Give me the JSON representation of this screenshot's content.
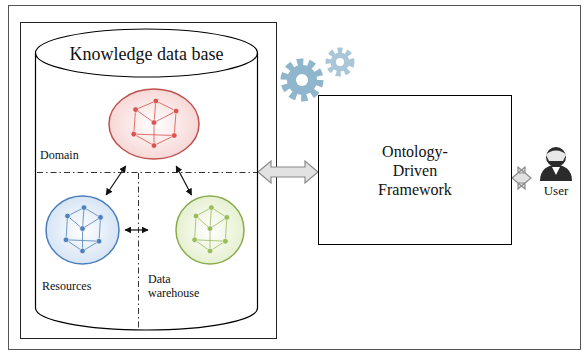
{
  "diagram": {
    "nodes": [
      {
        "text": [
          "Knowledge data base"
        ]
      },
      {
        "text": [
          "Domain"
        ],
        "in": 0
      },
      {
        "text": [
          "Resources"
        ],
        "in": 0
      },
      {
        "text": [
          "Data warehouse"
        ],
        "in": 0
      },
      {
        "text": [
          "Ontology-Driven Framework"
        ]
      },
      {
        "text": [
          "User"
        ]
      }
    ],
    "edges": [
      {
        "from": 1,
        "to": 2,
        "arrow": "both"
      },
      {
        "from": 1,
        "to": 3,
        "arrow": "both"
      },
      {
        "from": 2,
        "to": 3,
        "arrow": "both"
      },
      {
        "from": 0,
        "to": 4,
        "arrow": "both"
      },
      {
        "from": 4,
        "to": 5,
        "arrow": "both"
      }
    ]
  }
}
